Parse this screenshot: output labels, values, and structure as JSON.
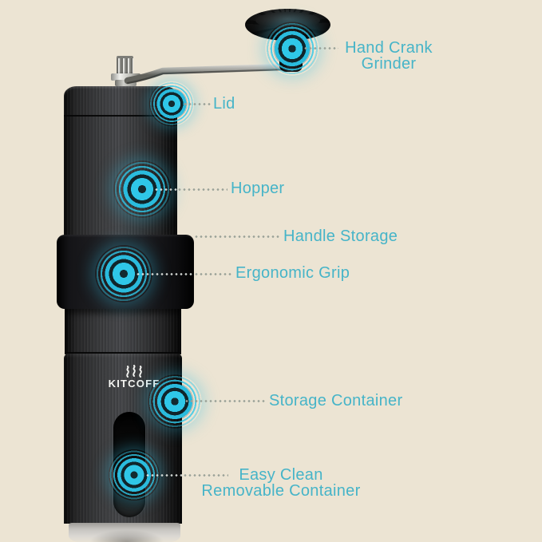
{
  "colors": {
    "background": "#ece4d3",
    "marker_cyan": "#2fc7e8",
    "label_text": "#46b4c8",
    "product_black": "#1c1c1e",
    "base_silver": "#c7c5c1",
    "dotted_line": "#9aa198"
  },
  "brand": {
    "logo_text": "KITCOFF"
  },
  "annotations": {
    "hand_crank": {
      "line1": "Hand Crank",
      "line2": "Grinder"
    },
    "lid": {
      "line1": "Lid"
    },
    "hopper": {
      "line1": "Hopper"
    },
    "handle_storage": {
      "line1": "Handle Storage"
    },
    "ergonomic_grip": {
      "line1": "Ergonomic Grip"
    },
    "storage_container": {
      "line1": "Storage Container"
    },
    "easy_clean": {
      "line1": "Easy Clean",
      "line2": "Removable Container"
    }
  },
  "markers": {
    "style": "concentric-target-with-ripples",
    "count": 6
  }
}
